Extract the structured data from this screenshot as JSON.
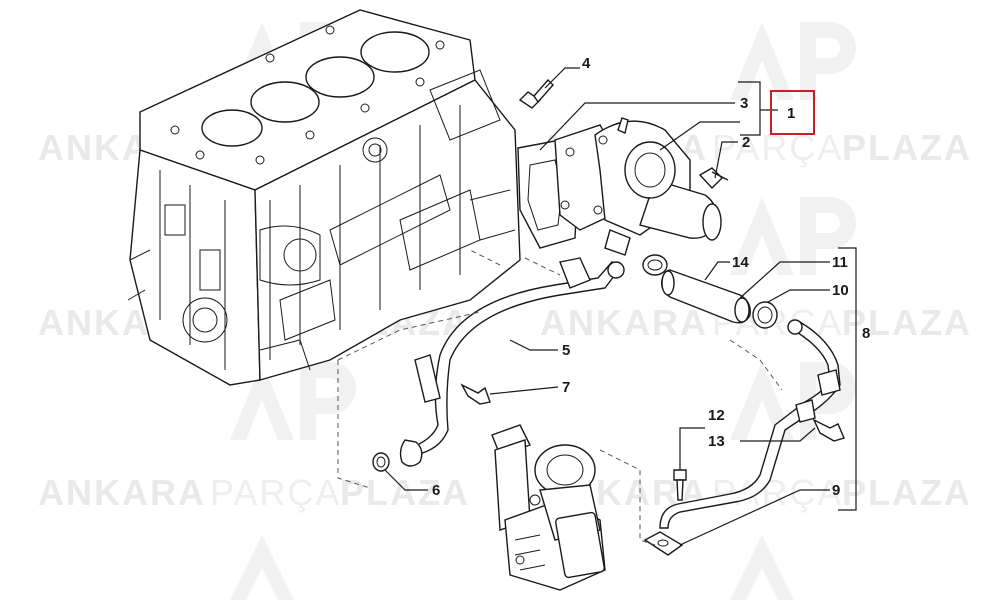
{
  "watermark": {
    "logo_text": "AP",
    "word_bold": "ANKARA",
    "word_light": "PARÇA",
    "word_bold2": "PLAZA"
  },
  "callouts": [
    "1",
    "2",
    "3",
    "4",
    "5",
    "6",
    "7",
    "8",
    "9",
    "10",
    "11",
    "12",
    "13",
    "14"
  ],
  "highlight": {
    "label": "1",
    "color": "#c8202a"
  },
  "colors": {
    "line": "#1a1a1a",
    "watermark": "#e9e9e9"
  }
}
